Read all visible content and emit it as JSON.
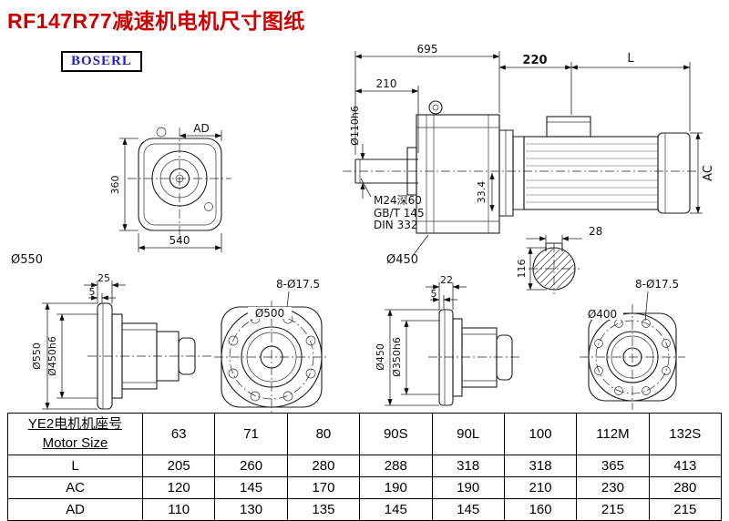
{
  "title": "RF147R77减速机电机尺寸图纸",
  "logo": "BOSERL",
  "labels": {
    "main": {
      "len_total": "695",
      "len_210": "210",
      "len_220": "220",
      "len_L": "L",
      "ac": "AC",
      "shaft_dia": "Ø110h6",
      "note1": "M24深60",
      "note2": "GB/T 145",
      "note3": "DIN 332",
      "h334": "33.4",
      "flange": "Ø450",
      "key_w": "28",
      "shaft_h": "116"
    },
    "front": {
      "ad": "AD",
      "h360": "360",
      "w540": "540",
      "dia": "Ø550"
    },
    "b5a": {
      "t25": "25",
      "t5": "5",
      "od": "Ø550",
      "pilot": "Ø450h6"
    },
    "faceA": {
      "holes": "8-Ø17.5",
      "dia": "Ø500"
    },
    "b5b": {
      "t22": "22",
      "t5": "5",
      "od": "Ø450",
      "pilot": "Ø350h6"
    },
    "faceB": {
      "holes": "8-Ø17.5",
      "dia": "Ø400"
    }
  },
  "table": {
    "header_line1": "YE2电机机座号",
    "header_line2": "Motor Size",
    "sizes": [
      "63",
      "71",
      "80",
      "90S",
      "90L",
      "100",
      "112M",
      "132S"
    ],
    "rows": [
      {
        "label": "L",
        "values": [
          "205",
          "260",
          "280",
          "288",
          "318",
          "318",
          "365",
          "413"
        ]
      },
      {
        "label": "AC",
        "values": [
          "120",
          "145",
          "170",
          "190",
          "190",
          "210",
          "230",
          "280"
        ]
      },
      {
        "label": "AD",
        "values": [
          "110",
          "130",
          "135",
          "145",
          "145",
          "160",
          "215",
          "215"
        ]
      }
    ]
  }
}
